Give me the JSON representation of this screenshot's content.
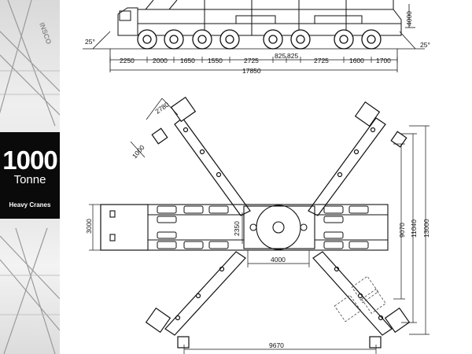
{
  "sidebar": {
    "brand_fragment": "INSCO",
    "capacity": "1000",
    "unit": "Tonne",
    "category": "Heavy Cranes"
  },
  "side_view": {
    "angle_left": "25°",
    "angle_right": "25°",
    "height_dim": "4000",
    "axle_spacings": [
      "2250",
      "2000",
      "1650",
      "1550",
      "2725",
      "825",
      "825",
      "2725",
      "1600",
      "1700"
    ],
    "overall_length": "17850"
  },
  "top_view": {
    "pad_dim": "2780",
    "pad_size": "1000",
    "chassis_width": "3000",
    "frame_width": "2350",
    "center_spacing": "4000",
    "outrigger_span_inner": "9070",
    "outrigger_span_mid": "11040",
    "outrigger_span_outer": "13000",
    "bottom_span": "9670"
  }
}
